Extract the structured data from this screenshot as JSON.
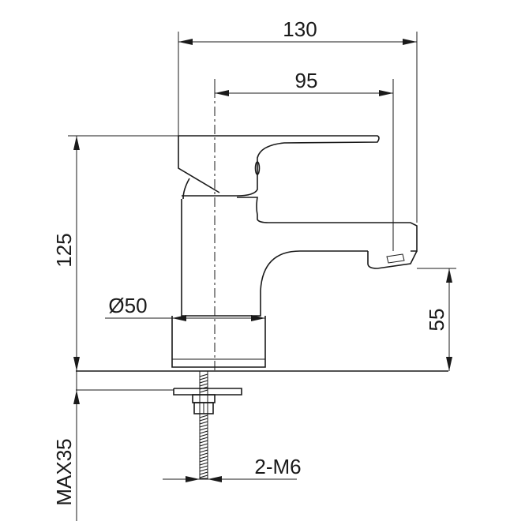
{
  "dimensions": {
    "overall_length": "130",
    "spout_reach": "95",
    "height": "125",
    "base_diameter": "Ø50",
    "spout_height": "55",
    "max_deck_thickness": "MAX35",
    "mounting_thread": "2-M6"
  }
}
